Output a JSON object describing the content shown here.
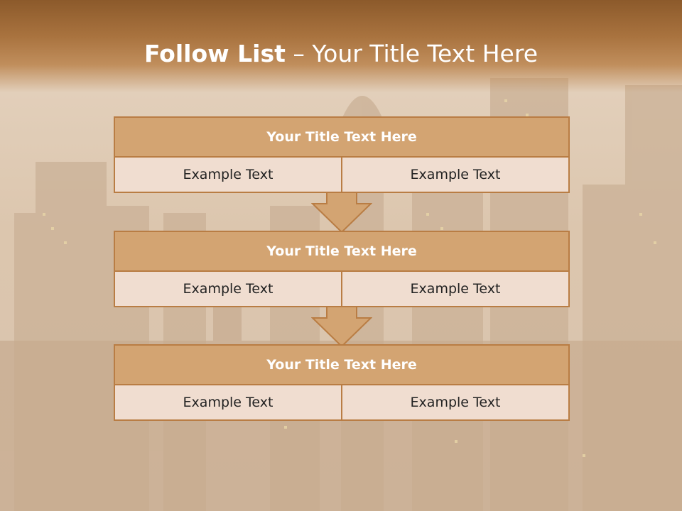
{
  "slide": {
    "title_bold": "Follow List",
    "title_dash": " – ",
    "title_rest": "Your Title Text Here"
  },
  "blocks": [
    {
      "header": "Your Title Text Here",
      "left": "Example Text",
      "right": "Example Text"
    },
    {
      "header": "Your Title Text Here",
      "left": "Example Text",
      "right": "Example Text"
    },
    {
      "header": "Your Title Text Here",
      "left": "Example Text",
      "right": "Example Text"
    }
  ],
  "colors": {
    "title_band": "#a9733f",
    "header_fill": "#d3a472",
    "cell_fill": "#f0ddd0",
    "border": "#b97d44",
    "arrow_fill": "#d3a472"
  },
  "background": {
    "subject": "city-skyline-photo"
  }
}
